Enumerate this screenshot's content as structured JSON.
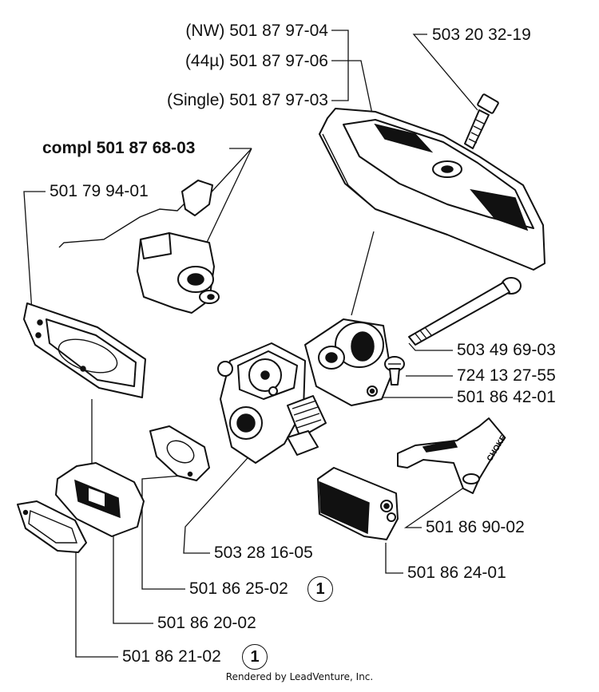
{
  "labels": {
    "nw": "(NW) 501 87 97-04",
    "mu44": "(44µ) 501 87 97-06",
    "single": "(Single) 501 87 97-03",
    "screw_top": "503 20 32-19",
    "compl": "compl 501 87 68-03",
    "gasket_plate": "501 79 94-01",
    "long_bolt": "503 49 69-03",
    "small_screw": "724 13 27-55",
    "adapter": "501 86 42-01",
    "choke_lever": "501 86 90-02",
    "carb": "503 28 16-05",
    "filter_block": "501 86 24-01",
    "gasket_small": "501 86 25-02",
    "intake": "501 86 20-02",
    "gasket_bottom": "501 86 21-02"
  },
  "notes": {
    "gasket_small_ref": "1",
    "gasket_bottom_ref": "1"
  },
  "choke_text": "CHOKE",
  "footer": "Rendered by LeadVenture, Inc."
}
